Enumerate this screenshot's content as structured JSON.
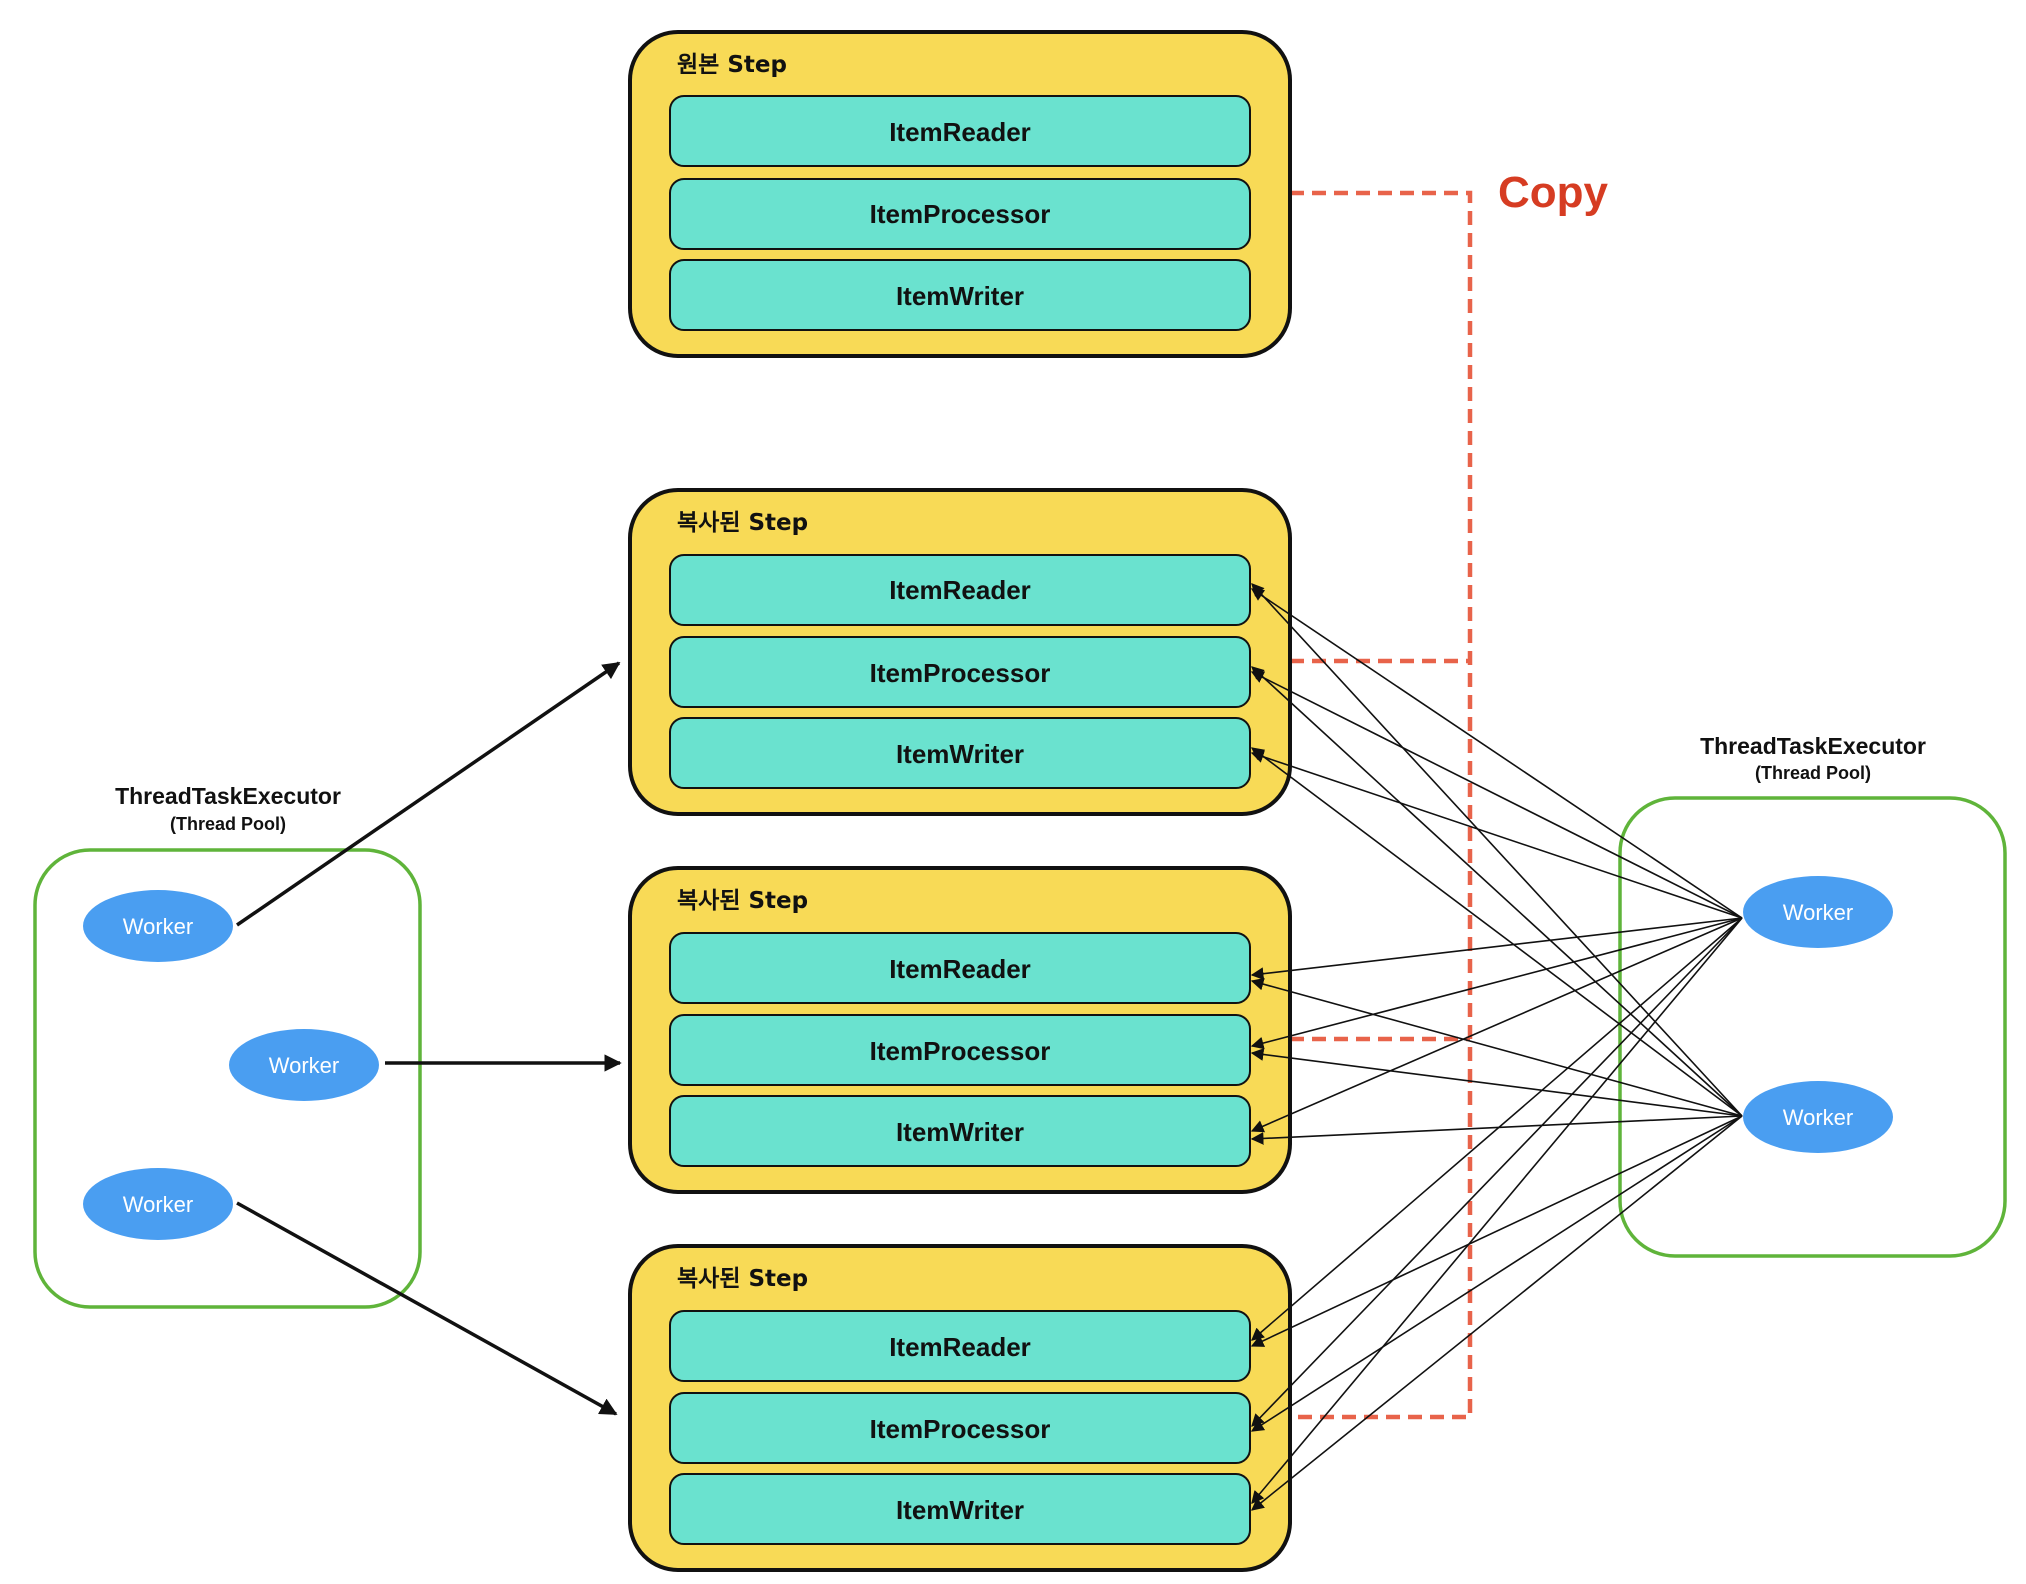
{
  "colors": {
    "step_fill": "#f8da56",
    "component_fill": "#6ae2cf",
    "worker_fill": "#4a9ef1",
    "pool_border": "#5fb43a",
    "copy_accent": "#e8634a",
    "copy_label": "#d63c22"
  },
  "copy_label": "Copy",
  "original_step": {
    "title": "원본 Step",
    "components": [
      "ItemReader",
      "ItemProcessor",
      "ItemWriter"
    ]
  },
  "copied_steps": [
    {
      "title": "복사된 Step",
      "components": [
        "ItemReader",
        "ItemProcessor",
        "ItemWriter"
      ]
    },
    {
      "title": "복사된 Step",
      "components": [
        "ItemReader",
        "ItemProcessor",
        "ItemWriter"
      ]
    },
    {
      "title": "복사된 Step",
      "components": [
        "ItemReader",
        "ItemProcessor",
        "ItemWriter"
      ]
    }
  ],
  "left_pool": {
    "title": "ThreadTaskExecutor",
    "subtitle": "(Thread Pool)",
    "workers": [
      "Worker",
      "Worker",
      "Worker"
    ]
  },
  "right_pool": {
    "title": "ThreadTaskExecutor",
    "subtitle": "(Thread Pool)",
    "workers": [
      "Worker",
      "Worker"
    ]
  }
}
